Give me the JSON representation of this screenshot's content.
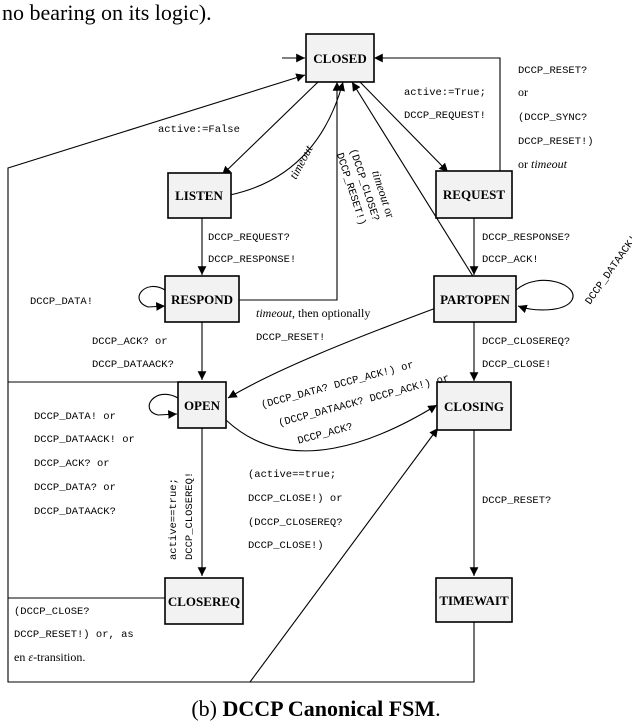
{
  "top_fragment": "no bearing on its logic).",
  "states": {
    "closed": "CLOSED",
    "listen": "LISTEN",
    "request": "REQUEST",
    "respond": "RESPOND",
    "partopen": "PARTOPEN",
    "open": "OPEN",
    "closing": "CLOSING",
    "closereq": "CLOSEREQ",
    "timewait": "TIMEWAIT"
  },
  "labels": {
    "active_false": "active:=False",
    "timeout": "timeout",
    "active_true_1": "active:=True;",
    "active_true_2": "DCCP_REQUEST!",
    "reset_1": "DCCP_RESET?",
    "reset_2": "or",
    "reset_3": "(DCCP_SYNC?",
    "reset_4": "DCCP_RESET!)",
    "reset_5_pre": "or ",
    "reset_5_it": "timeout",
    "listen_1": "DCCP_REQUEST?",
    "listen_2": "DCCP_RESPONSE!",
    "partopen_rot_1": "timeout",
    "partopen_rot_1b": " or",
    "partopen_rot_2": "(DCCP_CLOSE?",
    "partopen_rot_3": "DCCP_RESET!)",
    "request_1": "DCCP_RESPONSE?",
    "request_2": "DCCP_ACK!",
    "dataack_loop": "DCCP_DATAACK!",
    "data_loop": "DCCP_DATA!",
    "respond_timeout_it": "timeout",
    "respond_timeout_rest": ", then optionally",
    "respond_timeout_2": "DCCP_RESET!",
    "respond_open_1": "DCCP_ACK? or",
    "respond_open_2": "DCCP_DATAACK?",
    "partopen_open_1": "(DCCP_DATA? DCCP_ACK!) or",
    "partopen_open_2": "(DCCP_DATAACK? DCCP_ACK!) or",
    "partopen_open_3": "DCCP_ACK?",
    "partopen_closing_1": "DCCP_CLOSEREQ?",
    "partopen_closing_2": "DCCP_CLOSE!",
    "open_loop_1": "DCCP_DATA! or",
    "open_loop_2": "DCCP_DATAACK! or",
    "open_loop_3": "DCCP_ACK? or",
    "open_loop_4": "DCCP_DATA? or",
    "open_loop_5": "DCCP_DATAACK?",
    "open_closereq_1": "active==true;",
    "open_closereq_2": "DCCP_CLOSEREQ!",
    "open_closing_1": "(active==true;",
    "open_closing_2": "DCCP_CLOSE!) or",
    "open_closing_3": "(DCCP_CLOSEREQ?",
    "open_closing_4": "DCCP_CLOSE!)",
    "closing_tw": "DCCP_RESET?",
    "closereq_1": "(DCCP_CLOSE?",
    "closereq_2": "DCCP_RESET!) or, as",
    "closereq_3_pre": "en ",
    "closereq_3_eps": "ε",
    "closereq_3_post": "-transition."
  },
  "caption": {
    "prefix": "(b) ",
    "bold": "DCCP Canonical FSM",
    "suffix": "."
  }
}
